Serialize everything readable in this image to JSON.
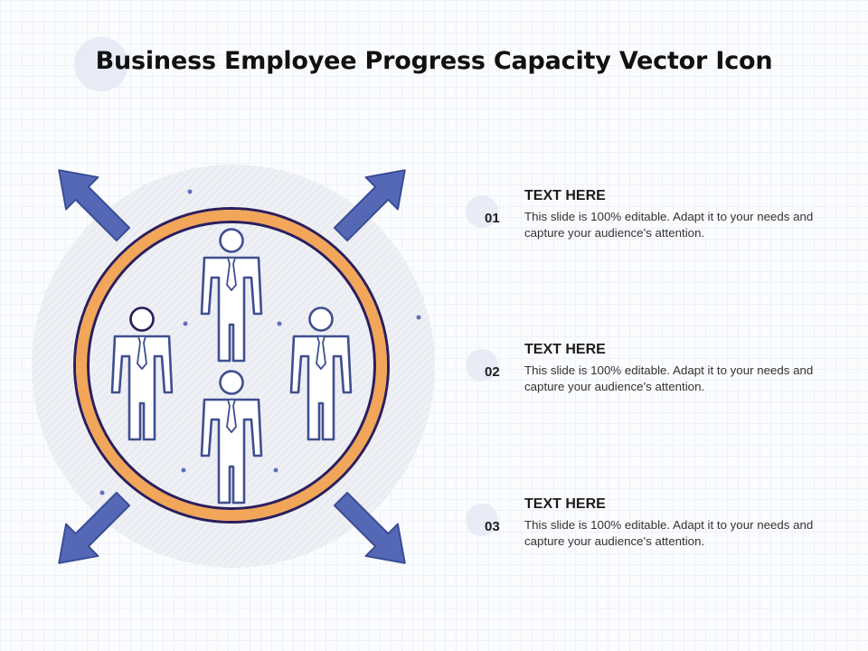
{
  "title": "Business Employee Progress Capacity Vector Icon",
  "colors": {
    "arrow": "#5568b5",
    "arrow_stroke": "#3a4c97",
    "ring_orange": "#f2a65a",
    "ring_outline": "#2d1e5c",
    "person_stroke": "#3f4f8f",
    "dot": "#6070b8",
    "backdrop": "#e9ecf3"
  },
  "icons": [
    "arrow-up-left-icon",
    "arrow-up-right-icon",
    "arrow-down-left-icon",
    "arrow-down-right-icon",
    "employee-icon"
  ],
  "items": [
    {
      "number": "01",
      "heading": "TEXT HERE",
      "text": "This slide is 100% editable. Adapt it to your needs and capture your audience's attention."
    },
    {
      "number": "02",
      "heading": "TEXT HERE",
      "text": "This slide is 100% editable. Adapt it to your needs and capture your audience's attention."
    },
    {
      "number": "03",
      "heading": "TEXT HERE",
      "text": "This slide is 100% editable. Adapt it to your needs and capture your audience's attention."
    }
  ]
}
